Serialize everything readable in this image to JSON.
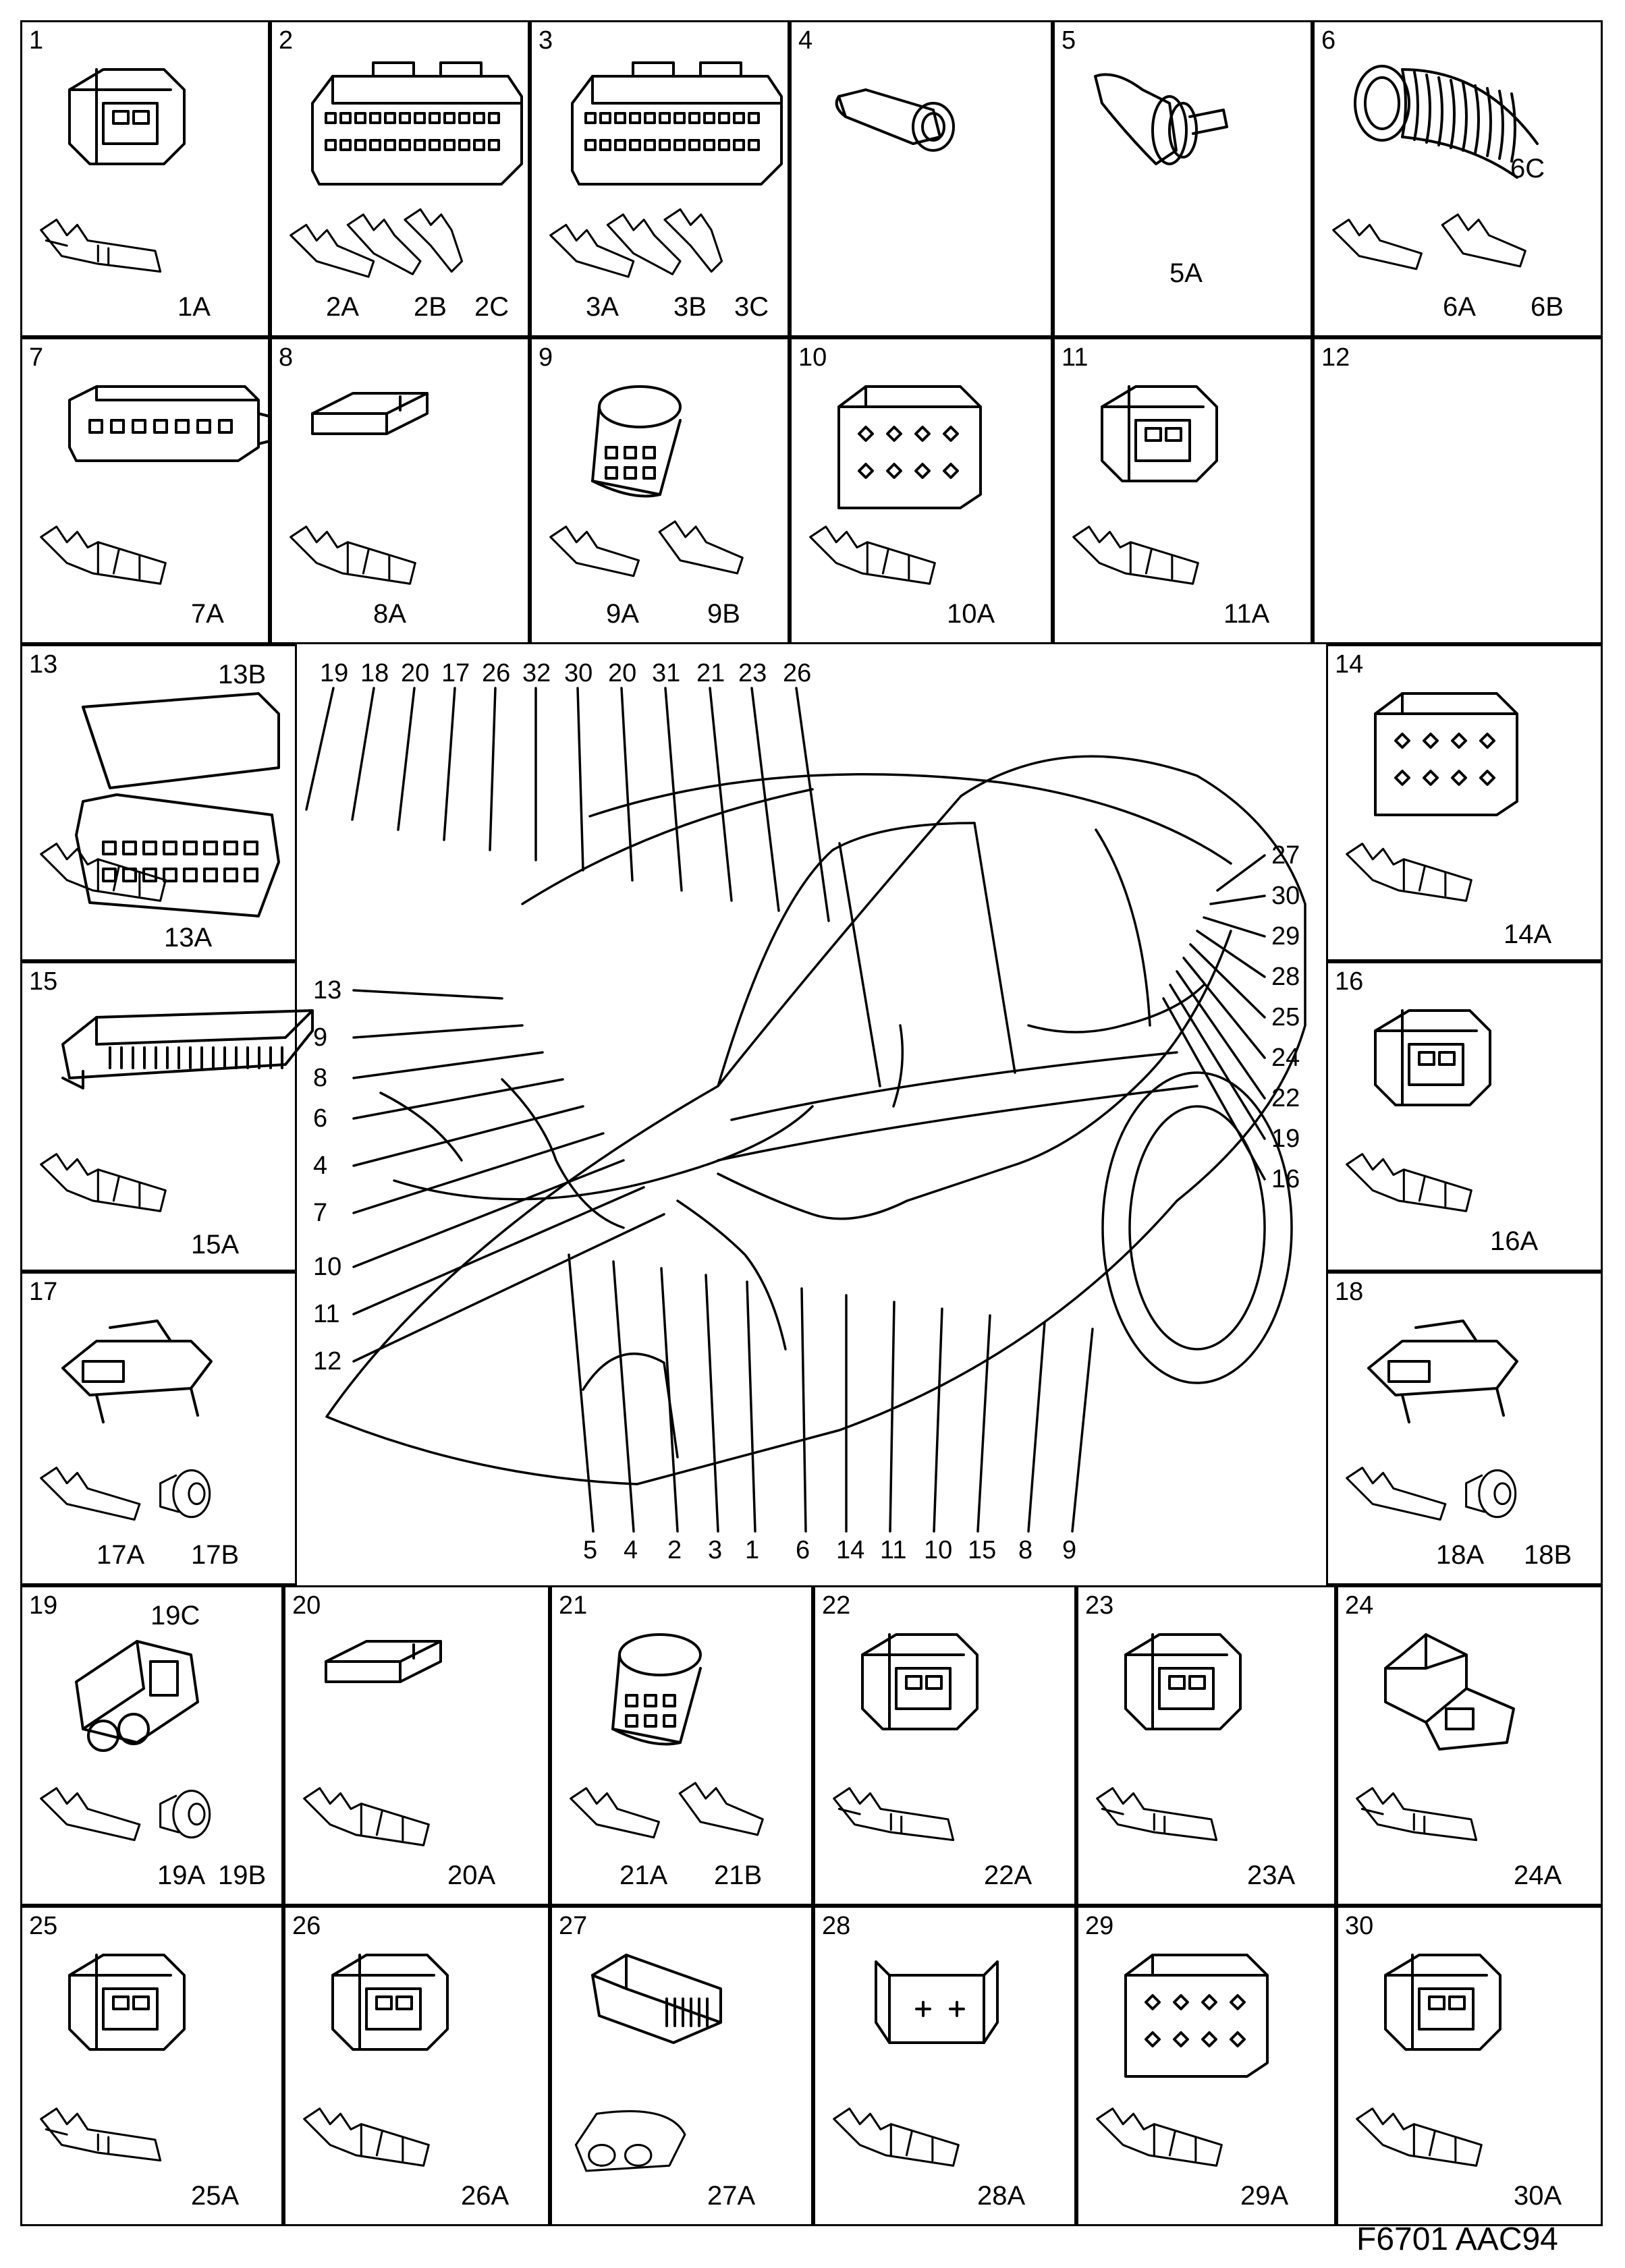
{
  "figure_code": "F6701 AAC94",
  "cells": [
    {
      "n": "1",
      "labels": [
        "1A"
      ],
      "icon": "connector-housing-icon",
      "term": "flat-pin-terminal-icon"
    },
    {
      "n": "2",
      "labels": [
        "2A",
        "2B",
        "2C"
      ],
      "icon": "multipin-connector-icon",
      "term": "triple-terminal-icon"
    },
    {
      "n": "3",
      "labels": [
        "3A",
        "3B",
        "3C"
      ],
      "icon": "multipin-connector-icon",
      "term": "triple-terminal-icon"
    },
    {
      "n": "4",
      "labels": [],
      "icon": "bulb-holder-icon",
      "term": ""
    },
    {
      "n": "5",
      "labels": [
        "5A"
      ],
      "icon": "rubber-boot-connector-icon",
      "term": ""
    },
    {
      "n": "6",
      "labels": [
        "6C",
        "6A",
        "6B"
      ],
      "icon": "corrugated-hose-icon",
      "term": "double-terminal-icon"
    },
    {
      "n": "7",
      "labels": [
        "7A"
      ],
      "icon": "rectangular-connector-icon",
      "term": "socket-terminal-icon"
    },
    {
      "n": "8",
      "labels": [
        "8A"
      ],
      "icon": "flat-connector-icon",
      "term": "socket-terminal-icon"
    },
    {
      "n": "9",
      "labels": [
        "9A",
        "9B"
      ],
      "icon": "round-connector-icon",
      "term": "double-terminal-icon"
    },
    {
      "n": "10",
      "labels": [
        "10A"
      ],
      "icon": "square-connector-icon",
      "term": "socket-terminal-icon"
    },
    {
      "n": "11",
      "labels": [
        "11A"
      ],
      "icon": "connector-housing-icon",
      "term": "socket-terminal-icon"
    },
    {
      "n": "12",
      "labels": [],
      "icon": "",
      "term": ""
    },
    {
      "n": "13",
      "labels": [
        "13B",
        "13A"
      ],
      "icon": "large-connector-with-cover-icon",
      "term": "socket-terminal-icon"
    },
    {
      "n": "14",
      "labels": [
        "14A"
      ],
      "icon": "square-connector-icon",
      "term": "socket-terminal-icon"
    },
    {
      "n": "15",
      "labels": [
        "15A"
      ],
      "icon": "long-connector-strip-icon",
      "term": "socket-terminal-icon"
    },
    {
      "n": "16",
      "labels": [
        "16A"
      ],
      "icon": "connector-housing-icon",
      "term": "socket-terminal-icon"
    },
    {
      "n": "17",
      "labels": [
        "17A",
        "17B"
      ],
      "icon": "latched-connector-icon",
      "term": "terminal-with-seal-icon"
    },
    {
      "n": "18",
      "labels": [
        "18A",
        "18B"
      ],
      "icon": "latched-connector-icon",
      "term": "terminal-with-seal-icon"
    },
    {
      "n": "19",
      "labels": [
        "19C",
        "19A",
        "19B"
      ],
      "icon": "sealed-connector-icon",
      "term": "terminal-with-seal-icon"
    },
    {
      "n": "20",
      "labels": [
        "20A"
      ],
      "icon": "flat-connector-icon",
      "term": "socket-terminal-icon"
    },
    {
      "n": "21",
      "labels": [
        "21A",
        "21B"
      ],
      "icon": "round-connector-icon",
      "term": "double-terminal-icon"
    },
    {
      "n": "22",
      "labels": [
        "22A"
      ],
      "icon": "connector-housing-icon",
      "term": "flat-pin-terminal-icon"
    },
    {
      "n": "23",
      "labels": [
        "23A"
      ],
      "icon": "connector-housing-icon",
      "term": "flat-pin-terminal-icon"
    },
    {
      "n": "24",
      "labels": [
        "24A"
      ],
      "icon": "angled-connector-icon",
      "term": "flat-pin-terminal-icon"
    },
    {
      "n": "25",
      "labels": [
        "25A"
      ],
      "icon": "connector-housing-icon",
      "term": "flat-pin-terminal-icon"
    },
    {
      "n": "26",
      "labels": [
        "26A"
      ],
      "icon": "connector-housing-icon",
      "term": "socket-terminal-icon"
    },
    {
      "n": "27",
      "labels": [
        "27A"
      ],
      "icon": "angled-cover-icon",
      "term": "cable-lug-icon"
    },
    {
      "n": "28",
      "labels": [
        "28A"
      ],
      "icon": "clip-connector-icon",
      "term": "socket-terminal-icon"
    },
    {
      "n": "29",
      "labels": [
        "29A"
      ],
      "icon": "square-connector-icon",
      "term": "socket-terminal-icon"
    },
    {
      "n": "30",
      "labels": [
        "30A"
      ],
      "icon": "connector-housing-icon",
      "term": "socket-terminal-icon"
    }
  ],
  "callouts": {
    "top": [
      "19",
      "18",
      "20",
      "17",
      "26",
      "32",
      "30",
      "20",
      "31",
      "21",
      "23",
      "26"
    ],
    "right": [
      "27",
      "30",
      "29",
      "28",
      "25",
      "24",
      "22",
      "19",
      "16"
    ],
    "left": [
      "13",
      "9",
      "8",
      "6",
      "4",
      "7",
      "10",
      "11",
      "12"
    ],
    "bottom": [
      "5",
      "4",
      "2",
      "3",
      "1",
      "6",
      "14",
      "11",
      "10",
      "15",
      "8",
      "9"
    ]
  }
}
